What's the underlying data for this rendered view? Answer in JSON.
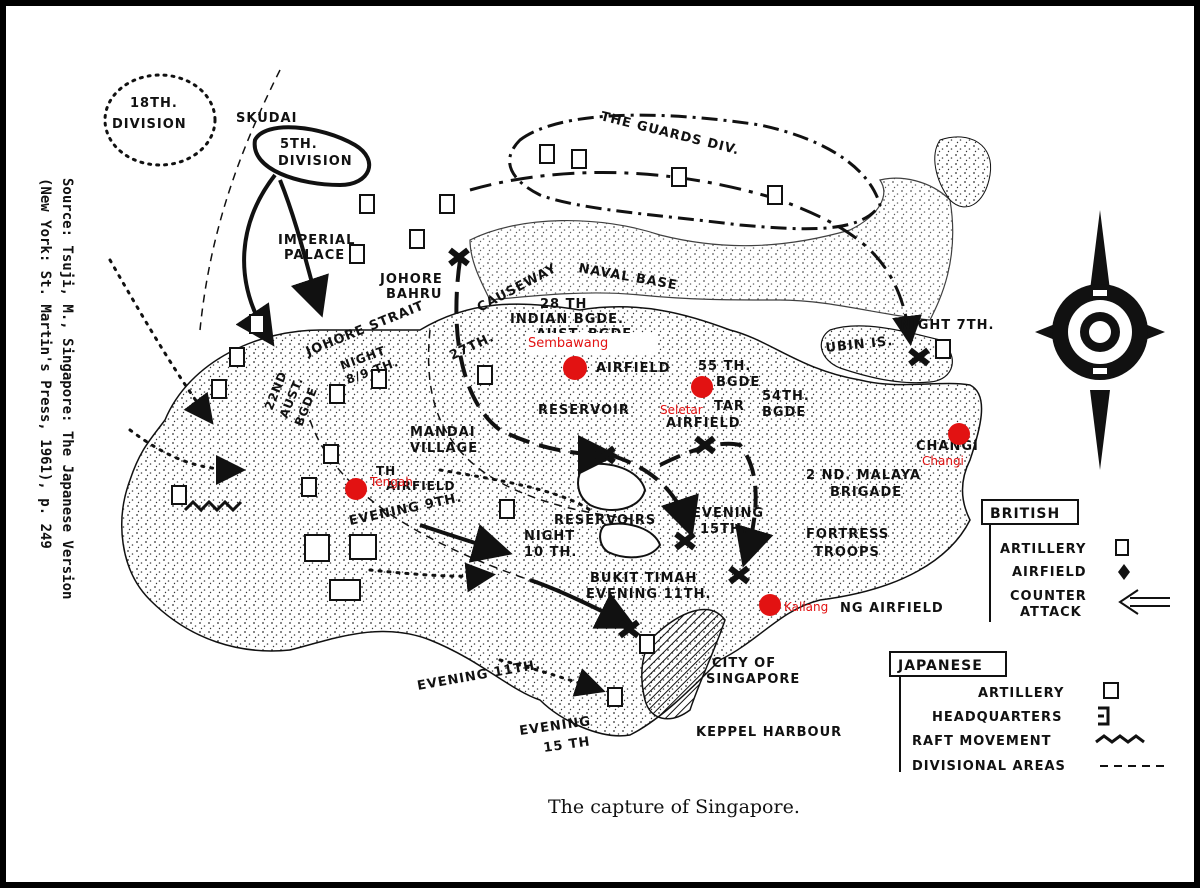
{
  "caption": "The capture of Singapore.",
  "source": {
    "line1": "Source: Tsuji, M., Singapore: The Japanese Version",
    "line2": "(New York: St. Martin's Press, 1961), p. 249"
  },
  "map_labels": {
    "div18a": "18TH.",
    "div18b": "DIVISION",
    "skudai": "SKUDAI",
    "div5a": "5TH.",
    "div5b": "DIVISION",
    "guards": "THE GUARDS DIV.",
    "imperial1": "IMPERIAL",
    "imperial2": "PALACE",
    "johore1": "JOHORE",
    "johore2": "BAHRU",
    "causeway": "CAUSEWAY",
    "naval": "NAVAL BASE",
    "strait": "JOHORE STRAIT",
    "night89a": "NIGHT",
    "night89b": "8/9 TH.",
    "indian1": "28 TH",
    "indian2": "INDIAN BGDE.",
    "indian3": "AUST. BGDE",
    "div27": "27TH.",
    "airfield1": "AIRFIELD",
    "bgde55a": "55 TH.",
    "bgde55b": "BGDE",
    "reservoir": "RESERVOIR",
    "star": "TAR",
    "airfield2": "AIRFIELD",
    "bgde54a": "54TH.",
    "bgde54b": "BGDE",
    "ubin": "UBIN IS.",
    "night7": "NIGHT 7TH.",
    "changi": "CHANGI",
    "malaya1": "2 ND. MALAYA",
    "malaya2": "BRIGADE",
    "aust22a": "22ND",
    "aust22b": "AUST.",
    "aust22c": "BGDE",
    "mandai1": "MANDAI",
    "mandai2": "VILLAGE",
    "th1": "TH",
    "airfield3": "AIRFIELD",
    "evening9": "EVENING 9TH.",
    "reservoirs": "RESERVOIRS",
    "evening15a": "EVENING",
    "evening15b": "15TH.",
    "fortress1": "FORTRESS",
    "fortress2": "TROOPS",
    "night10a": "NIGHT",
    "night10b": "10 TH.",
    "bukit1": "BUKIT TIMAH",
    "bukit2": "EVENING 11TH.",
    "airfield4": "NG AIRFIELD",
    "city1": "CITY OF",
    "city2": "SINGAPORE",
    "evening11": "EVENING 11TH.",
    "eve15a": "EVENING",
    "eve15b": "15 TH",
    "keppel": "KEPPEL HARBOUR"
  },
  "red_markers": {
    "sembawang": "Sembawang",
    "seletar": "Seletar",
    "changi": "Changi",
    "tengah": "Tengah",
    "kallang": "Kallang"
  },
  "legend": {
    "british": {
      "title": "BRITISH",
      "items": [
        "ARTILLERY",
        "AIRFIELD",
        "COUNTER",
        "ATTACK"
      ]
    },
    "japanese": {
      "title": "JAPANESE",
      "items": [
        "ARTILLERY",
        "HEADQUARTERS",
        "RAFT MOVEMENT",
        "DIVISIONAL AREAS"
      ]
    }
  },
  "compass_icon": "compass-rose-icon",
  "colors": {
    "ink": "#111111",
    "marker": "#e21212",
    "background": "#ffffff"
  }
}
